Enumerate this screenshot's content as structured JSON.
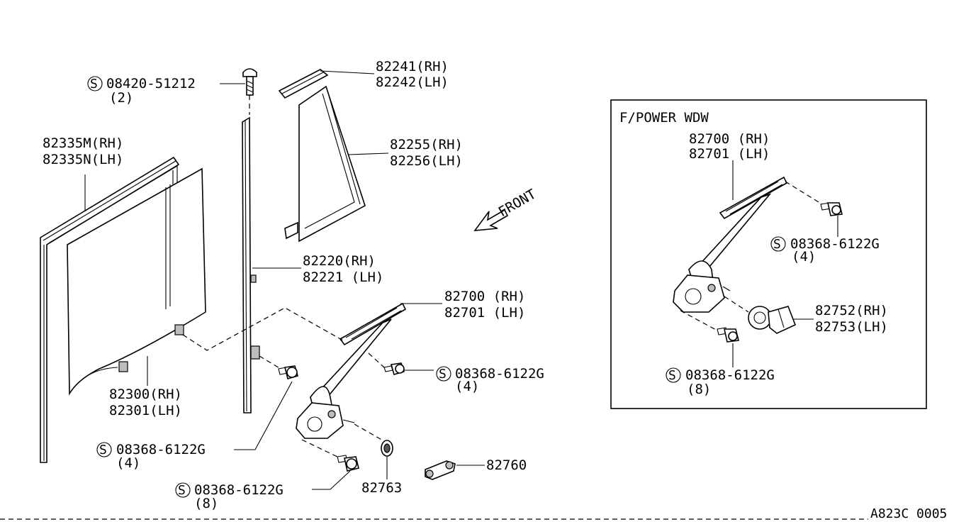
{
  "callouts": {
    "bolt_top": {
      "symbol": "S",
      "code": "08420-51212",
      "qty": "(2)"
    },
    "channel_top": {
      "rh": "82241(RH)",
      "lh": "82242(LH)"
    },
    "quarter_glass": {
      "rh": "82255(RH)",
      "lh": "82256(LH)"
    },
    "run_channel": {
      "rh": "82335M(RH)",
      "lh": "82335N(LH)"
    },
    "sash": {
      "rh": "82220(RH)",
      "lh": "82221 (LH)"
    },
    "regulator": {
      "rh": "82700 (RH)",
      "lh": "82701 (LH)"
    },
    "bolt_regulator": {
      "symbol": "S",
      "code": "08368-6122G",
      "qty": "(4)"
    },
    "glass": {
      "rh": "82300(RH)",
      "lh": "82301(LH)"
    },
    "bolt_left": {
      "symbol": "S",
      "code": "08368-6122G",
      "qty": "(4)"
    },
    "bolt_bottom": {
      "symbol": "S",
      "code": "08368-6122G",
      "qty": "(8)"
    },
    "escutcheon": "82763",
    "handle": "82760"
  },
  "front_label": "FRONT",
  "inset": {
    "title": "F/POWER WDW",
    "regulator": {
      "rh": "82700 (RH)",
      "lh": "82701 (LH)"
    },
    "bolt_top": {
      "symbol": "S",
      "code": "08368-6122G",
      "qty": "(4)"
    },
    "motor": {
      "rh": "82752(RH)",
      "lh": "82753(LH)"
    },
    "bolt_bottom": {
      "symbol": "S",
      "code": "08368-6122G",
      "qty": "(8)"
    }
  },
  "figure_code": "A823C 0005"
}
